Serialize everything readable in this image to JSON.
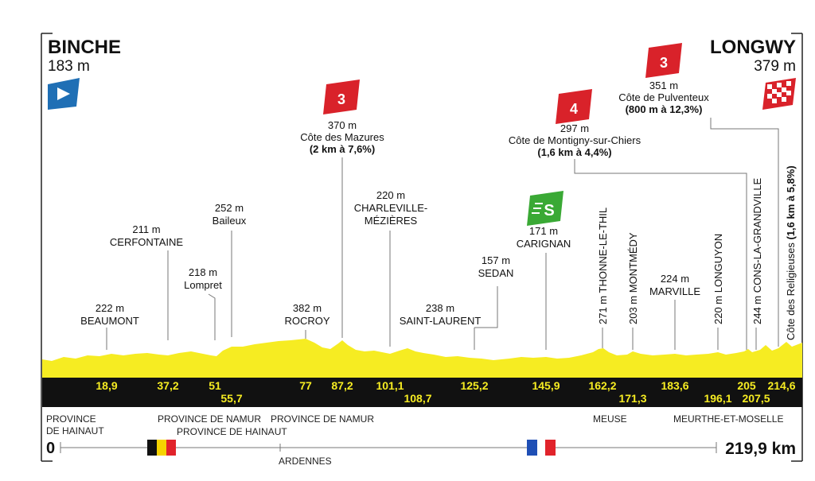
{
  "start": {
    "name": "BINCHE",
    "altitude": "183 m"
  },
  "finish": {
    "name": "LONGWY",
    "altitude": "379 m"
  },
  "total_distance": "219,9 km",
  "zero_label": "0",
  "colors": {
    "profile_fill": "#f6ec22",
    "band": "#111111",
    "band_text": "#f6ec22",
    "climb_badge": "#d9222a",
    "sprint_badge": "#3aa935",
    "start_flag": "#1f6fb5"
  },
  "climbs": [
    {
      "category": "3",
      "altitude": "370 m",
      "name": "Côte des Mazures",
      "detail": "(2 km à 7,6%)"
    },
    {
      "category": "4",
      "altitude": "297 m",
      "name": "Côte de Montigny-sur-Chiers",
      "detail": "(1,6 km à 4,4%)"
    },
    {
      "category": "3",
      "altitude": "351 m",
      "name": "Côte de Pulventeux",
      "detail": "(800 m à 12,3%)"
    },
    {
      "category": "",
      "altitude": "",
      "name": "Côte des Religieuses",
      "detail": "(1,6 km à 5,8%)"
    }
  ],
  "sprint": {
    "icon": "sprint-icon",
    "letter": "S"
  },
  "points": [
    {
      "altitude": "222 m",
      "name": "BEAUMONT"
    },
    {
      "altitude": "211 m",
      "name": "CERFONTAINE"
    },
    {
      "altitude": "218 m",
      "name": "Lompret"
    },
    {
      "altitude": "252 m",
      "name": "Baileux"
    },
    {
      "altitude": "382 m",
      "name": "ROCROY"
    },
    {
      "altitude": "220 m",
      "name": "CHARLEVILLE-",
      "name2": "MÉZIÈRES"
    },
    {
      "altitude": "238 m",
      "name": "SAINT-LAURENT"
    },
    {
      "altitude": "157 m",
      "name": "SEDAN"
    },
    {
      "altitude": "171 m",
      "name": "CARIGNAN"
    },
    {
      "altitude": "224 m",
      "name": "MARVILLE"
    },
    {
      "vertical": "271 m THONNE-LE-THIL"
    },
    {
      "vertical": "203 m MONTMÉDY"
    },
    {
      "vertical": "220 m LONGUYON"
    },
    {
      "vertical": "244 m CONS-LA-GRANDVILLE"
    }
  ],
  "distances": {
    "top": [
      "18,9",
      "37,2",
      "51",
      "77",
      "87,2",
      "101,1",
      "125,2",
      "145,9",
      "162,2",
      "183,6",
      "205",
      "214,6"
    ],
    "bottom": [
      "55,7",
      "108,7",
      "171,3",
      "196,1",
      "207,5"
    ]
  },
  "regions": {
    "province_hainaut": [
      "PROVINCE",
      "DE HAINAUT"
    ],
    "province_namur_1": "PROVINCE DE NAMUR",
    "province_hainaut_2": "PROVINCE DE HAINAUT",
    "province_namur_2": "PROVINCE DE NAMUR",
    "ardennes": "ARDENNES",
    "meuse": "MEUSE",
    "meurthe": "MEURTHE-ET-MOSELLE"
  }
}
